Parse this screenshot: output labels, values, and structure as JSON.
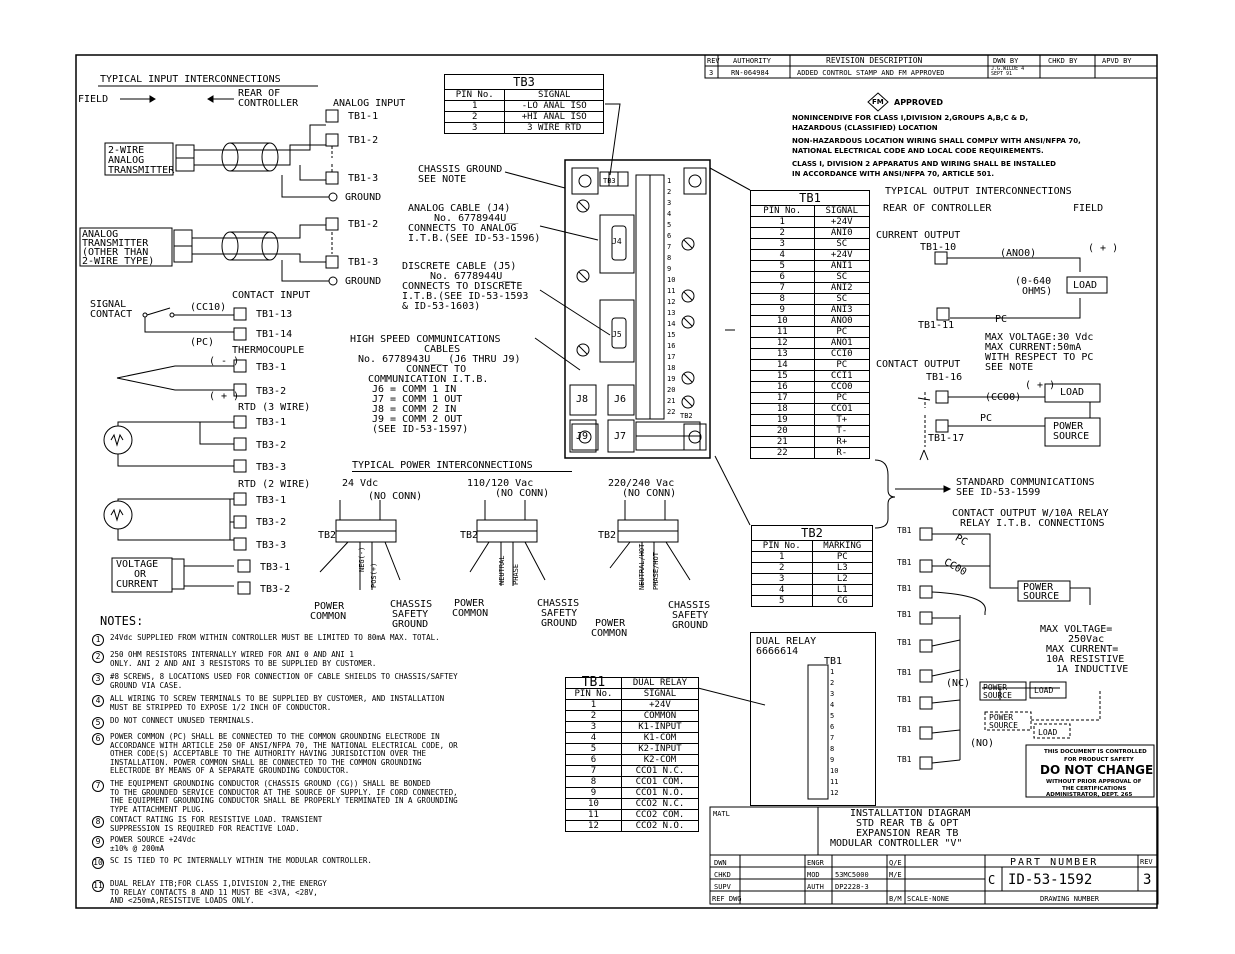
{
  "revision": {
    "headers": [
      "REV",
      "AUTHORITY",
      "REVISION DESCRIPTION",
      "DWN BY",
      "CHKD BY",
      "APVD BY"
    ],
    "row": [
      "3",
      "RN-064984",
      "ADDED CONTROL STAMP AND FM APPROVED",
      "J.G.WILDE 4 SEPT 91",
      "",
      ""
    ]
  },
  "fm": {
    "logo": "FM",
    "approved": "APPROVED",
    "lines": [
      "NONINCENDIVE FOR CLASS I,DIVISION 2,GROUPS A,B,C & D,",
      "HAZARDOUS (CLASSIFIED) LOCATION",
      "NON-HAZARDOUS LOCATION WIRING SHALL COMPLY WITH ANSI/NFPA 70,",
      "NATIONAL ELECTRICAL CODE AND LOCAL CODE REQUIREMENTS.",
      "CLASS I, DIVISION 2 APPARATUS AND WIRING SHALL BE INSTALLED",
      "IN ACCORDANCE WITH ANSI/NFPA 70, ARTICLE 501."
    ]
  },
  "input": {
    "title": "TYPICAL INPUT INTERCONNECTIONS",
    "field": "FIELD",
    "rear1": "REAR OF",
    "rear2": "CONTROLLER",
    "analog_input": "ANALOG INPUT",
    "t2wire": [
      "2-WIRE",
      "ANALOG",
      "TRANSMITTER"
    ],
    "tanalog": [
      "ANALOG",
      "TRANSMITTER",
      "(OTHER THAN",
      "2-WIRE TYPE)"
    ],
    "tb1_1": "TB1-1",
    "tb1_2": "TB1-2",
    "tb1_3": "TB1-3",
    "ground": "GROUND",
    "signal_contact": [
      "SIGNAL",
      "CONTACT"
    ],
    "contact_input": "CONTACT INPUT",
    "cc10": "(CC10)",
    "pc": "(PC)",
    "tb1_13": "TB1-13",
    "tb1_14": "TB1-14",
    "thermocouple": "THERMOCOUPLE",
    "minus": "( - )",
    "plus": "( + )",
    "tb3_1": "TB3-1",
    "tb3_2": "TB3-2",
    "tb3_3": "TB3-3",
    "rtd3": "RTD (3 WIRE)",
    "rtd2": "RTD (2 WIRE)",
    "voltage": [
      "VOLTAGE",
      "OR",
      "CURRENT"
    ]
  },
  "tb3": {
    "title": "TB3",
    "headers": [
      "PIN No.",
      "SIGNAL"
    ],
    "rows": [
      [
        "1",
        "-LO ANAL ISO"
      ],
      [
        "2",
        "+HI ANAL ISO"
      ],
      [
        "3",
        "3 WIRE RTD"
      ]
    ]
  },
  "callouts": {
    "chassis": [
      "CHASSIS GROUND",
      "SEE NOTE"
    ],
    "analog_cable": [
      "ANALOG CABLE (J4)",
      "No. 6778944U__",
      "CONNECTS TO ANALOG",
      "I.T.B.(SEE ID-53-1596)"
    ],
    "discrete_cable": [
      "DISCRETE CABLE (J5)",
      "No. 6778944U__",
      "CONNECTS TO DISCRETE",
      "I.T.B.(SEE ID-53-1593",
      "& ID-53-1603)"
    ],
    "hs": [
      "HIGH SPEED COMMUNICATIONS",
      "CABLES",
      "No. 6778943U__ (J6 THRU J9)",
      "CONNECT TO",
      "COMMUNICATION I.T.B.",
      "J6 = COMM 1 IN",
      "J7 = COMM 1 OUT",
      "J8 = COMM 2 IN",
      "J9 = COMM 2 OUT",
      "(SEE ID-53-1597)"
    ]
  },
  "unit": {
    "tb3": "TB3",
    "tb1": "TB1",
    "tb2": "TB2",
    "j4": "J4",
    "j5": "J5",
    "j6": "J6",
    "j7": "J7",
    "j8": "J8",
    "j9": "J9",
    "pins": [
      "1",
      "2",
      "3",
      "4",
      "5",
      "6",
      "7",
      "8",
      "9",
      "10",
      "11",
      "12",
      "13",
      "14",
      "15",
      "16",
      "17",
      "18",
      "19",
      "20",
      "21",
      "22"
    ]
  },
  "tb1": {
    "title": "TB1",
    "headers": [
      "PIN No.",
      "SIGNAL"
    ],
    "rows": [
      [
        "1",
        "+24V"
      ],
      [
        "2",
        "ANI0"
      ],
      [
        "3",
        "SC"
      ],
      [
        "4",
        "+24V"
      ],
      [
        "5",
        "ANI1"
      ],
      [
        "6",
        "SC"
      ],
      [
        "7",
        "ANI2"
      ],
      [
        "8",
        "SC"
      ],
      [
        "9",
        "ANI3"
      ],
      [
        "10",
        "ANO0"
      ],
      [
        "11",
        "PC"
      ],
      [
        "12",
        "ANO1"
      ],
      [
        "13",
        "CCI0"
      ],
      [
        "14",
        "PC"
      ],
      [
        "15",
        "CCI1"
      ],
      [
        "16",
        "CCO0"
      ],
      [
        "17",
        "PC"
      ],
      [
        "18",
        "CCO1"
      ],
      [
        "19",
        "T+"
      ],
      [
        "20",
        "T-"
      ],
      [
        "21",
        "R+"
      ],
      [
        "22",
        "R-"
      ]
    ]
  },
  "output": {
    "title": "TYPICAL OUTPUT INTERCONNECTIONS",
    "rear": "REAR OF CONTROLLER",
    "field": "FIELD",
    "current_output": "CURRENT OUTPUT",
    "tb1_10": "TB1-10",
    "ano0": "(ANO0)",
    "plus": "( + )",
    "ohms": [
      "(0-640",
      "OHMS)"
    ],
    "load": "LOAD",
    "pc": "PC",
    "tb1_11": "TB1-11",
    "max": [
      "MAX VOLTAGE:30 Vdc",
      "MAX CURRENT:50mA",
      "WITH RESPECT TO PC",
      "SEE NOTE"
    ],
    "contact_output": "CONTACT OUTPUT",
    "tb1_16": "TB1-16",
    "tb1_17": "TB1-17",
    "cco01": "(CCO0)",
    "power_source": [
      "POWER",
      "SOURCE"
    ],
    "std_comm": [
      "STANDARD COMMUNICATIONS",
      "SEE ID-53-1599"
    ],
    "relay_title": [
      "CONTACT OUTPUT W/10A RELAY",
      "RELAY I.T.B. CONNECTIONS"
    ],
    "relay_max": [
      "MAX VOLTAGE=",
      "250Vac",
      "MAX CURRENT=",
      "10A RESISTIVE",
      "1A INDUCTIVE"
    ],
    "nc": "(NC)",
    "no": "(NO)",
    "cc00": "CC00",
    "tb1": "TB1"
  },
  "tb2": {
    "title": "TB2",
    "headers": [
      "PIN No.",
      "MARKING"
    ],
    "rows": [
      [
        "1",
        "PC"
      ],
      [
        "2",
        "L3"
      ],
      [
        "3",
        "L2"
      ],
      [
        "4",
        "L1"
      ],
      [
        "5",
        "CG"
      ]
    ]
  },
  "dual_relay": {
    "title": [
      "DUAL RELAY",
      "6666614"
    ],
    "tb1": "TB1",
    "pins": [
      "1",
      "2",
      "3",
      "4",
      "5",
      "6",
      "7",
      "8",
      "9",
      "10",
      "11",
      "12"
    ]
  },
  "relay_table": {
    "headers": [
      "TB1",
      "DUAL RELAY"
    ],
    "sub": [
      "PIN No.",
      "SIGNAL"
    ],
    "rows": [
      [
        "1",
        "+24V"
      ],
      [
        "2",
        "COMMON"
      ],
      [
        "3",
        "K1-INPUT"
      ],
      [
        "4",
        "K1-COM"
      ],
      [
        "5",
        "K2-INPUT"
      ],
      [
        "6",
        "K2-COM"
      ],
      [
        "7",
        "CCO1 N.C."
      ],
      [
        "8",
        "CCO1 COM."
      ],
      [
        "9",
        "CCO1 N.O."
      ],
      [
        "10",
        "CCO2 N.C."
      ],
      [
        "11",
        "CCO2 COM."
      ],
      [
        "12",
        "CCO2 N.O."
      ]
    ]
  },
  "power": {
    "title": "TYPICAL POWER INTERCONNECTIONS",
    "v24": "24 Vdc",
    "v110": "110/120 Vac",
    "v220": "220/240 Vac",
    "noconn": "(NO CONN)",
    "tb2": "TB2",
    "power_common": [
      "POWER",
      "COMMON"
    ],
    "chassis_safety": [
      "CHASSIS",
      "SAFETY",
      "GROUND"
    ],
    "neg": "NEG(-)",
    "pos": "POS(+)",
    "neutral": "NEUTRAL",
    "phase": "PHASE",
    "neutral_hot": "NEUTRAL/HOT",
    "phase_hot": "PHASE/HOT"
  },
  "notes": {
    "title": "NOTES:",
    "items": [
      {
        "n": "1",
        "text": "24Vdc SUPPLIED FROM WITHIN CONTROLLER MUST BE LIMITED TO 80mA MAX. TOTAL."
      },
      {
        "n": "2",
        "text": "250 OHM RESISTORS INTERNALLY WIRED FOR ANI 0 AND ANI 1\nONLY. ANI 2 AND ANI 3 RESISTORS TO BE SUPPLIED BY CUSTOMER."
      },
      {
        "n": "3",
        "text": "#8 SCREWS, 8 LOCATIONS USED FOR CONNECTION OF CABLE SHIELDS TO CHASSIS/SAFTEY\nGROUND VIA CASE."
      },
      {
        "n": "4",
        "text": "ALL WIRING TO SCREW TERMINALS TO BE SUPPLIED BY CUSTOMER, AND INSTALLATION\nMUST BE STRIPPED TO EXPOSE 1/2 INCH OF CONDUCTOR."
      },
      {
        "n": "5",
        "text": "DO NOT CONNECT UNUSED TERMINALS."
      },
      {
        "n": "6",
        "text": "POWER COMMON (PC) SHALL BE CONNECTED TO THE COMMON GROUNDING ELECTRODE IN\nACCORDANCE WITH ARTICLE 250 OF ANSI/NFPA 70, THE NATIONAL ELECTRICAL CODE, OR\nOTHER CODE(S) ACCEPTABLE TO THE AUTHORITY HAVING JURISDICTION OVER THE\nINSTALLATION. POWER COMMON SHALL BE CONNECTED TO THE COMMON GROUNDING\nELECTRODE BY MEANS OF A SEPARATE GROUNDING CONDUCTOR."
      },
      {
        "n": "7",
        "text": "THE EQUIPMENT GROUNDING CONDUCTOR (CHASSIS GROUND (CG)) SHALL BE BONDED\nTO THE GROUNDED SERVICE CONDUCTOR AT THE SOURCE OF SUPPLY. IF CORD CONNECTED,\nTHE EQUIPMENT GROUNDING CONDUCTOR SHALL BE PROPERLY TERMINATED IN A GROUNDING\nTYPE ATTACHMENT PLUG."
      },
      {
        "n": "8",
        "text": "CONTACT RATING IS FOR RESISTIVE LOAD. TRANSIENT\nSUPPRESSION IS REQUIRED FOR REACTIVE LOAD."
      },
      {
        "n": "9",
        "text": "POWER SOURCE +24Vdc\n±10% @ 200mA"
      },
      {
        "n": "10",
        "text": "SC IS TIED TO PC INTERNALLY WITHIN THE MODULAR CONTROLLER."
      },
      {
        "n": "11",
        "text": "DUAL RELAY ITB;FOR CLASS I,DIVISION 2,THE ENERGY\nTO RELAY CONTACTS 8 AND 11 MUST BE <3VA, <28V,\nAND <250mA,RESISTIVE LOADS ONLY."
      }
    ]
  },
  "stamp": [
    "THIS DOCUMENT IS CONTROLLED",
    "FOR PRODUCT SAFETY",
    "DO NOT CHANGE",
    "WITHOUT PRIOR APPROVAL OF",
    "THE CERTIFICATIONS",
    "ADMINISTRATOR, DEPT. 265"
  ],
  "title_block": {
    "matl": "MATL",
    "title": [
      "INSTALLATION DIAGRAM",
      "STD REAR TB & OPT",
      "EXPANSION REAR TB",
      "MODULAR CONTROLLER \"V\""
    ],
    "dwn": "DWN",
    "chkd": "CHKD",
    "supv": "SUPV",
    "ref": "REF DWG",
    "engr": "ENGR",
    "mod": "MOD",
    "auth": "AUTH",
    "mod_val": "53MC5000",
    "auth_val": "DP2228-3",
    "qe": "Q/E",
    "me": "M/E",
    "bm": "B/M",
    "scale": "SCALE-NONE",
    "part_label": "PART NUMBER",
    "rev_label": "REV",
    "size": "C",
    "part": "ID-53-1592",
    "rev": "3",
    "drawing_number": "DRAWING NUMBER"
  }
}
